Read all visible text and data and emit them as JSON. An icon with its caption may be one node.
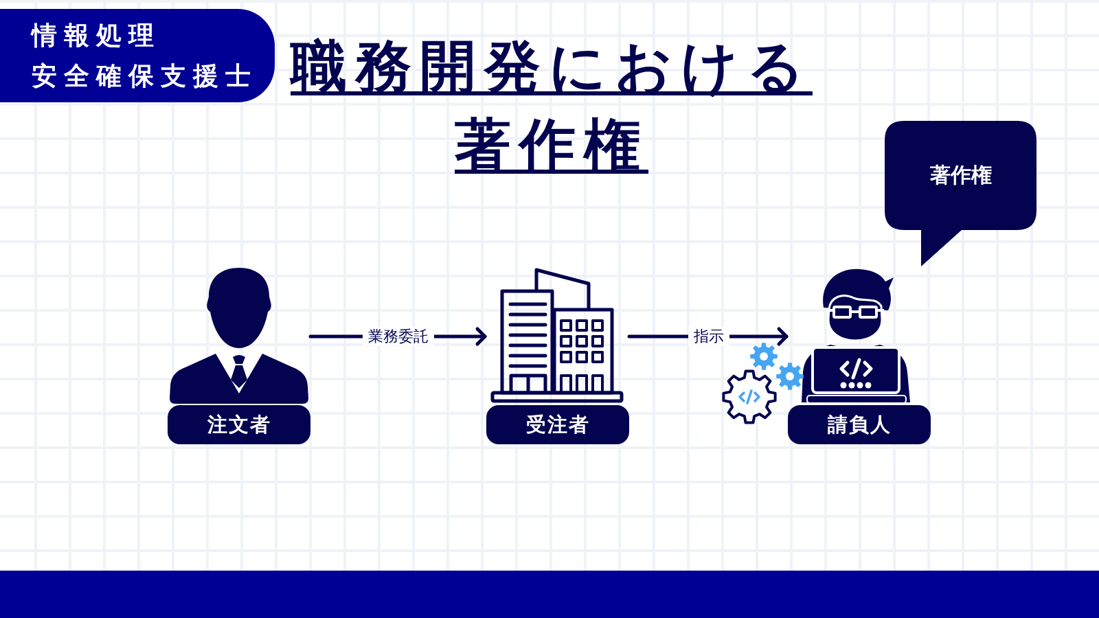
{
  "diagram": {
    "title": "職務開発における著作権",
    "nodes": [
      {
        "text": [
          "情報処理安全確保支援士"
        ]
      },
      {
        "text": [
          "注文者"
        ]
      },
      {
        "text": [
          "受注者"
        ]
      },
      {
        "text": [
          "請負人"
        ]
      },
      {
        "text": [
          "著作権"
        ]
      }
    ],
    "edges": [
      {
        "from": 1,
        "to": 2,
        "arrow": "to",
        "label": "業務委託"
      },
      {
        "from": 2,
        "to": 3,
        "arrow": "to",
        "label": "指示"
      }
    ]
  }
}
